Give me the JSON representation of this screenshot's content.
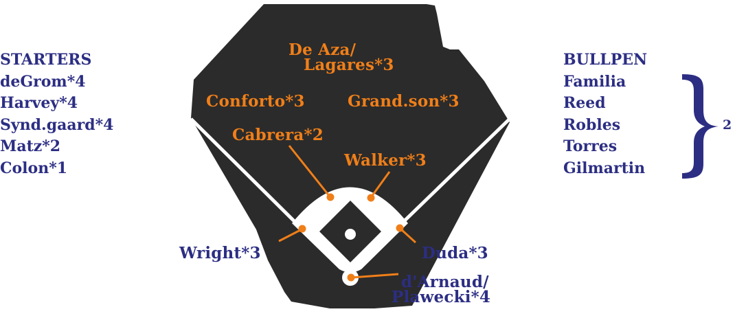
{
  "colors": {
    "field": "#2b2b2b",
    "infield": "#ffffff",
    "accent": "#f07f19",
    "navy": "#2c2e83"
  },
  "starters": {
    "heading": "STARTERS",
    "items": [
      "deGrom*4",
      "Harvey*4",
      "Synd.gaard*4",
      "Matz*2",
      "Colon*1"
    ]
  },
  "bullpen": {
    "heading": "BULLPEN",
    "items": [
      "Familia",
      "Reed",
      "Robles",
      "Torres",
      "Gilmartin"
    ],
    "group_count": "2"
  },
  "positions": {
    "center_field": {
      "line1": "De Aza/",
      "line2": "Lagares*3"
    },
    "left_field": "Conforto*3",
    "right_field": "Grand.son*3",
    "shortstop": "Cabrera*2",
    "second_base": "Walker*3",
    "third_base": "Wright*3",
    "first_base": "Duda*3",
    "catcher": {
      "line1": "d'Arnaud/",
      "line2": "Plawecki*4"
    }
  }
}
